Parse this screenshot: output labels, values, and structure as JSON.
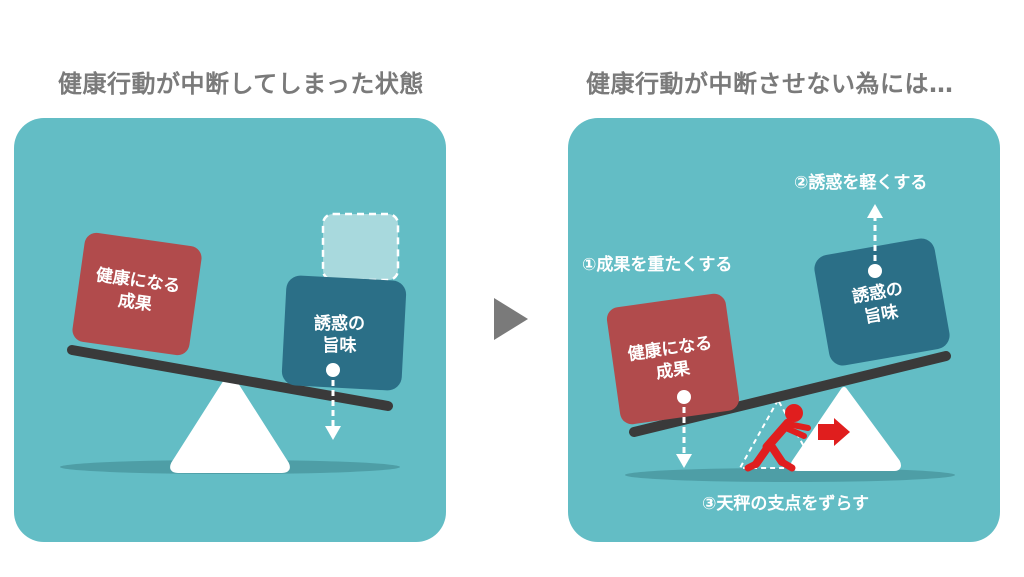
{
  "left": {
    "title": "健康行動が中断してしまった状態",
    "health_block": [
      "健康になる",
      "成果"
    ],
    "temptation_block": [
      "誘惑の",
      "旨味"
    ]
  },
  "right": {
    "title": "健康行動が中断させない為には…",
    "health_block": [
      "健康になる",
      "成果"
    ],
    "temptation_block": [
      "誘惑の",
      "旨味"
    ],
    "step1": "①成果を重たくする",
    "step2": "②誘惑を軽くする",
    "step3": "③天秤の支点をずらす"
  },
  "colors": {
    "panel": "#63bdc5",
    "health_block": "#b14b4c",
    "temptation_block": "#2b6f87",
    "beam": "#3a3a3a",
    "fulcrum": "#ffffff",
    "title_text": "#7a7a7a",
    "person": "#e01e1e",
    "arrow": "#7a7a7a"
  },
  "icons": {
    "divider": "right-triangle-arrow",
    "pusher": "person-pushing-icon",
    "push_arrow": "red-right-arrow-icon"
  }
}
